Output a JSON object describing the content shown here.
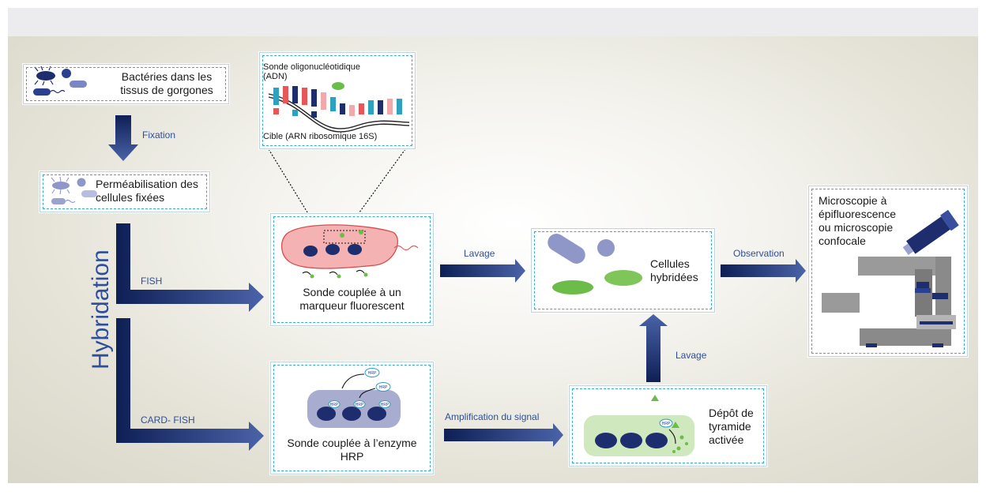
{
  "colors": {
    "arrow_dark": "#0e1f55",
    "arrow_light": "#4a63a8",
    "label": "#2d4f9a",
    "cell_green": "#6cbc4a",
    "cell_purple": "#8f96c8",
    "cell_red": "#e9a2a4"
  },
  "boxes": {
    "bacteria": "Bactéries dans les tissus de gorgones",
    "permeab": "Perméabilisation des cellules fixées",
    "probe_title": "Sonde oligonucléotidique (ADN)",
    "probe_target": "Cible (ARN ribosomique 16S)",
    "fish_box": "Sonde couplée à un marqueur fluorescent",
    "hybrid_cells": "Cellules hybridées",
    "card_box": "Sonde couplée à l’enzyme HRP",
    "tyramide": "Dépôt de tyramide activée",
    "microscope": "Microscopie à épifluorescence ou microscopie confocale",
    "hrp": "HRP"
  },
  "labels": {
    "fixation": "Fixation",
    "hybridation": "Hybridation",
    "fish": "FISH",
    "card_fish": "CARD- FISH",
    "lavage1": "Lavage",
    "lavage2": "Lavage",
    "observation": "Observation",
    "amplification": "Amplification du signal"
  }
}
